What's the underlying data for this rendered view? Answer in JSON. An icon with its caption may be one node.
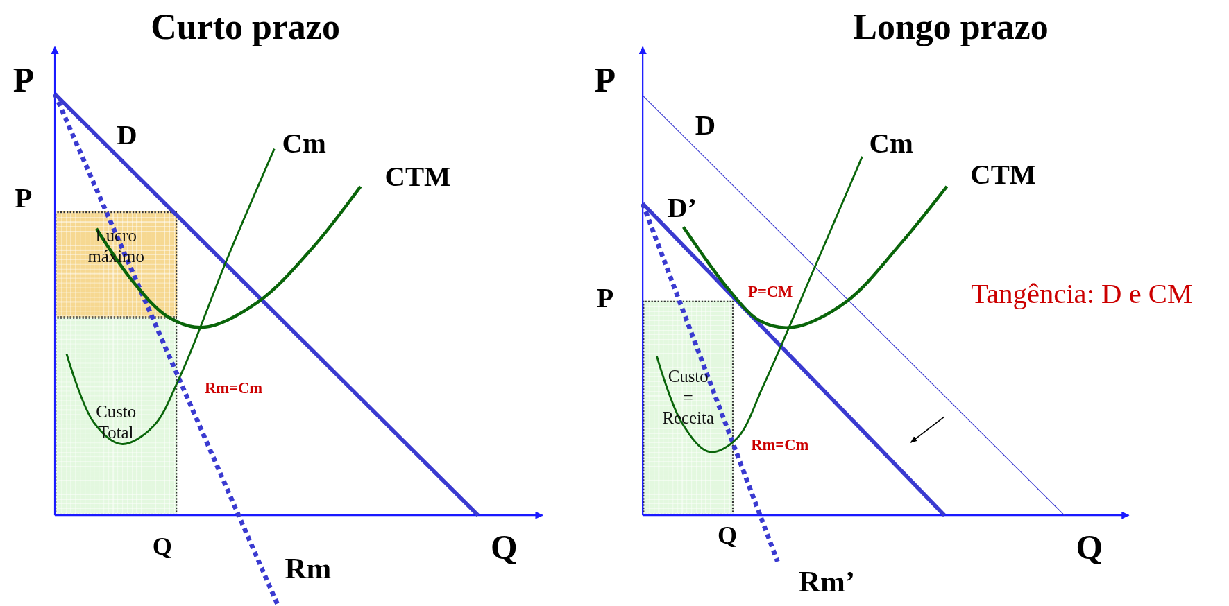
{
  "diagram": {
    "nodes": [
      {
        "text": [
          "Lucro máximo"
        ]
      },
      {
        "text": [
          "Custo Total"
        ]
      },
      {
        "text": [
          "Custo = Receita"
        ]
      }
    ],
    "edges": [],
    "labels": [
      "Curto prazo",
      "P",
      "D",
      "Cm",
      "CTM",
      "P",
      "Rm=Cm",
      "Q",
      "Rm",
      "Q",
      "Longo prazo",
      "P",
      "D",
      "Cm",
      "CTM",
      "D’",
      "P",
      "P=CM",
      "Tangência: D e CM",
      "Rm=Cm",
      "Q",
      "Rm’",
      "Q"
    ]
  }
}
